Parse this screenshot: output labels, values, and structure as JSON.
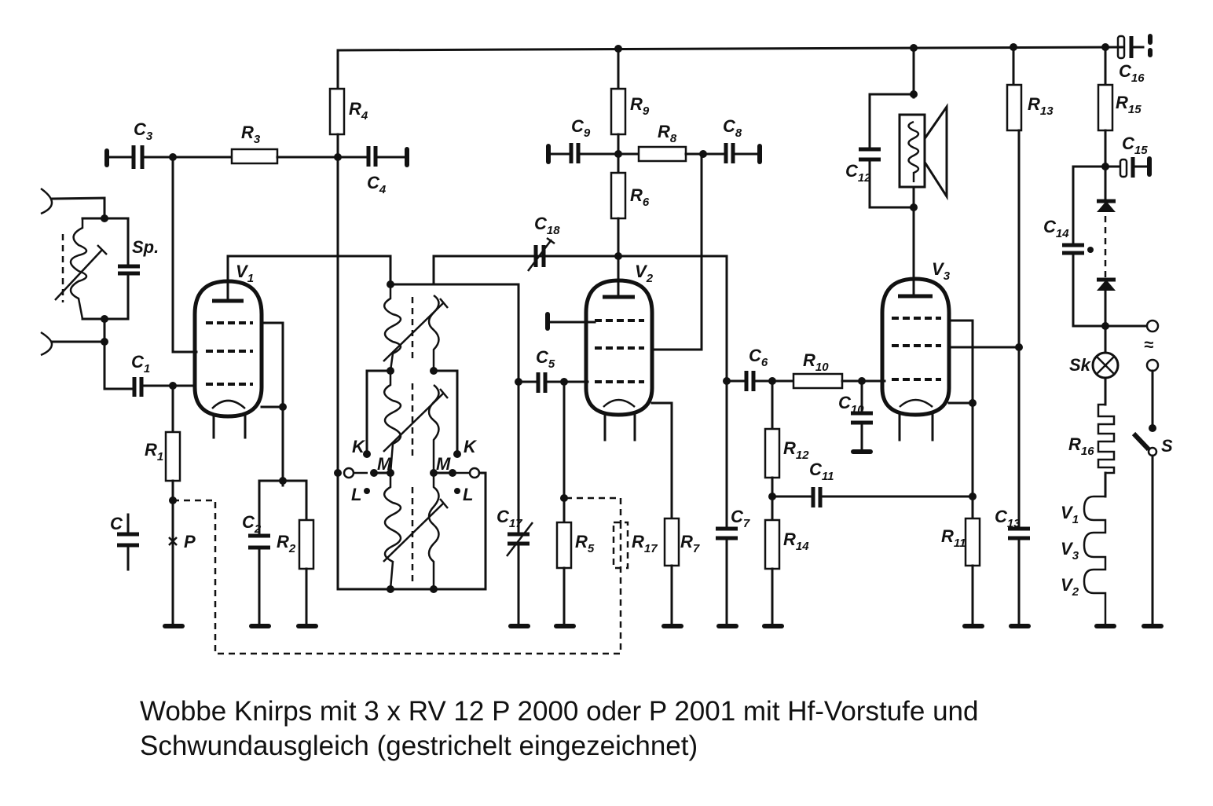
{
  "title": "Wobbe Knirps schematic",
  "caption": {
    "line1": "Wobbe Knirps mit 3 x RV 12 P 2000 oder P 2001 mit Hf-Vorstufe und",
    "line2": "Schwundausgleich (gestrichelt eingezeichnet)"
  },
  "components": {
    "tubes": [
      "V1",
      "V2",
      "V3"
    ],
    "resistors": [
      "R1",
      "R2",
      "R3",
      "R4",
      "R5",
      "R6",
      "R7",
      "R8",
      "R9",
      "R10",
      "R11",
      "R12",
      "R13",
      "R14",
      "R15",
      "R16",
      "R17"
    ],
    "capacitors": [
      "C",
      "C1",
      "C2",
      "C3",
      "C4",
      "C5",
      "C6",
      "C7",
      "C8",
      "C9",
      "C10",
      "C11",
      "C12",
      "C13",
      "C14",
      "C15",
      "C16",
      "C17",
      "C18"
    ],
    "other": [
      "Sp.",
      "P",
      "K",
      "M",
      "L",
      "Sk",
      "S",
      "≈"
    ]
  },
  "labels": {
    "V1": {
      "main": "V",
      "sub": "1"
    },
    "V2": {
      "main": "V",
      "sub": "2"
    },
    "V3": {
      "main": "V",
      "sub": "3"
    },
    "R1": {
      "main": "R",
      "sub": "1"
    },
    "R2": {
      "main": "R",
      "sub": "2"
    },
    "R3": {
      "main": "R",
      "sub": "3"
    },
    "R4": {
      "main": "R",
      "sub": "4"
    },
    "R5": {
      "main": "R",
      "sub": "5"
    },
    "R6": {
      "main": "R",
      "sub": "6"
    },
    "R7": {
      "main": "R",
      "sub": "7"
    },
    "R8": {
      "main": "R",
      "sub": "8"
    },
    "R9": {
      "main": "R",
      "sub": "9"
    },
    "R10": {
      "main": "R",
      "sub": "10"
    },
    "R11": {
      "main": "R",
      "sub": "11"
    },
    "R12": {
      "main": "R",
      "sub": "12"
    },
    "R13": {
      "main": "R",
      "sub": "13"
    },
    "R14": {
      "main": "R",
      "sub": "14"
    },
    "R15": {
      "main": "R",
      "sub": "15"
    },
    "R16": {
      "main": "R",
      "sub": "16"
    },
    "R17": {
      "main": "R",
      "sub": "17"
    },
    "C": {
      "main": "C",
      "sub": ""
    },
    "C1": {
      "main": "C",
      "sub": "1"
    },
    "C2": {
      "main": "C",
      "sub": "2"
    },
    "C3": {
      "main": "C",
      "sub": "3"
    },
    "C4": {
      "main": "C",
      "sub": "4"
    },
    "C5": {
      "main": "C",
      "sub": "5"
    },
    "C6": {
      "main": "C",
      "sub": "6"
    },
    "C7": {
      "main": "C",
      "sub": "7"
    },
    "C8": {
      "main": "C",
      "sub": "8"
    },
    "C9": {
      "main": "C",
      "sub": "9"
    },
    "C10": {
      "main": "C",
      "sub": "10"
    },
    "C11": {
      "main": "C",
      "sub": "11"
    },
    "C12": {
      "main": "C",
      "sub": "12"
    },
    "C13": {
      "main": "C",
      "sub": "13"
    },
    "C14": {
      "main": "C",
      "sub": "14"
    },
    "C15": {
      "main": "C",
      "sub": "15"
    },
    "C16": {
      "main": "C",
      "sub": "16"
    },
    "C17": {
      "main": "C",
      "sub": "17"
    },
    "C18": {
      "main": "C",
      "sub": "18"
    },
    "Sp": "Sp.",
    "P": "P",
    "K": "K",
    "M": "M",
    "L": "L",
    "Sk": "Sk",
    "S": "S",
    "mains": "≈",
    "heaters": [
      {
        "main": "V",
        "sub": "1"
      },
      {
        "main": "V",
        "sub": "3"
      },
      {
        "main": "V",
        "sub": "2"
      }
    ]
  }
}
